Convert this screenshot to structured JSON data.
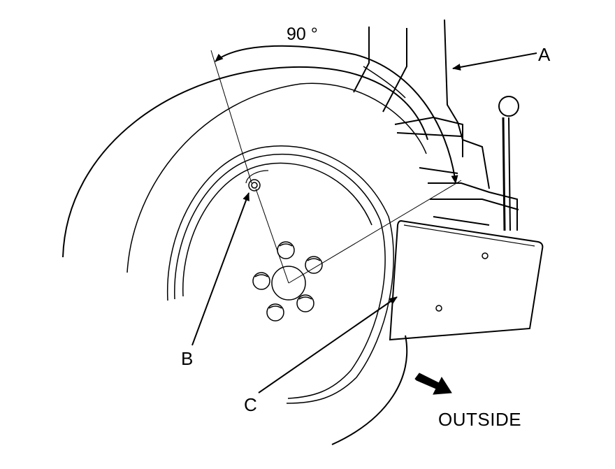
{
  "labels": {
    "angle": "90 °",
    "a": "A",
    "b": "B",
    "c": "C",
    "outside": "OUTSIDE"
  },
  "colors": {
    "line": "#000000",
    "background": "#ffffff"
  }
}
